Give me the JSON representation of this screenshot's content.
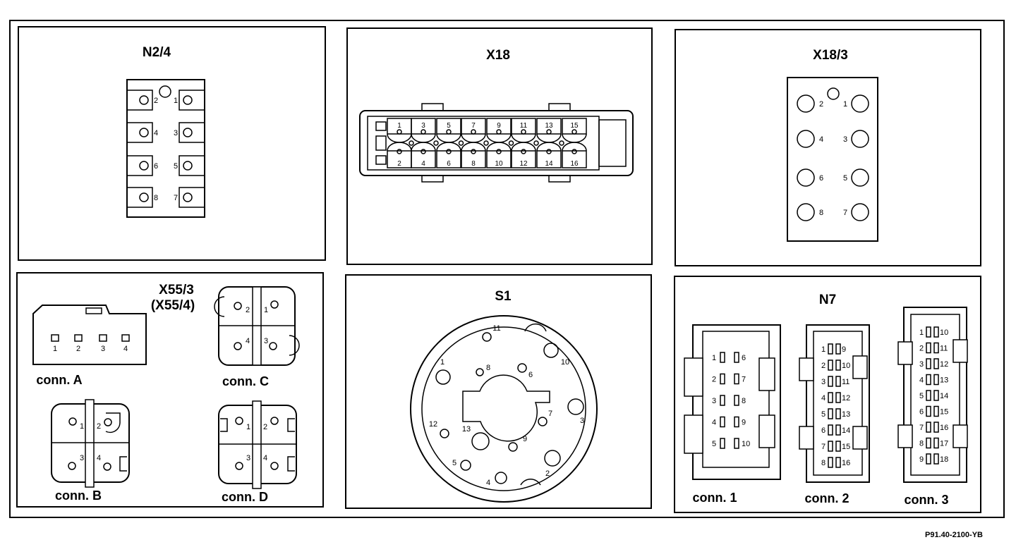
{
  "panels": {
    "n2_4": {
      "title": "N2/4",
      "pins": [
        "1",
        "2",
        "3",
        "4",
        "5",
        "6",
        "7",
        "8"
      ]
    },
    "x18": {
      "title": "X18",
      "top_pins": [
        "1",
        "3",
        "5",
        "7",
        "9",
        "11",
        "13",
        "15"
      ],
      "bottom_pins": [
        "2",
        "4",
        "6",
        "8",
        "10",
        "12",
        "14",
        "16"
      ]
    },
    "x18_3": {
      "title": "X18/3",
      "pins": [
        "1",
        "2",
        "3",
        "4",
        "5",
        "6",
        "7",
        "8"
      ]
    },
    "x55_3": {
      "title": "X55/3",
      "subtitle": "(X55/4)",
      "conn_a": {
        "caption": "conn. A",
        "pins": [
          "1",
          "2",
          "3",
          "4"
        ]
      },
      "conn_b": {
        "caption": "conn. B",
        "pins": [
          "1",
          "2",
          "3",
          "4"
        ]
      },
      "conn_c": {
        "caption": "conn. C",
        "pins": [
          "2",
          "1",
          "4",
          "3"
        ]
      },
      "conn_d": {
        "caption": "conn. D",
        "pins": [
          "1",
          "2",
          "3",
          "4"
        ]
      }
    },
    "s1": {
      "title": "S1",
      "pins": [
        "1",
        "2",
        "3",
        "4",
        "5",
        "6",
        "7",
        "8",
        "9",
        "10",
        "11",
        "12",
        "13"
      ]
    },
    "n7": {
      "title": "N7",
      "conn_1": {
        "caption": "conn. 1",
        "left_pins": [
          "1",
          "2",
          "3",
          "4",
          "5"
        ],
        "right_pins": [
          "6",
          "7",
          "8",
          "9",
          "10"
        ]
      },
      "conn_2": {
        "caption": "conn. 2",
        "left_pins": [
          "1",
          "2",
          "3",
          "4",
          "5",
          "6",
          "7",
          "8"
        ],
        "right_pins": [
          "9",
          "10",
          "11",
          "12",
          "13",
          "14",
          "15",
          "16"
        ]
      },
      "conn_3": {
        "caption": "conn. 3",
        "left_pins": [
          "1",
          "2",
          "3",
          "4",
          "5",
          "6",
          "7",
          "8",
          "9"
        ],
        "right_pins": [
          "10",
          "11",
          "12",
          "13",
          "14",
          "15",
          "16",
          "17",
          "18"
        ]
      }
    }
  },
  "footer": {
    "code": "P91.40-2100-YB"
  }
}
